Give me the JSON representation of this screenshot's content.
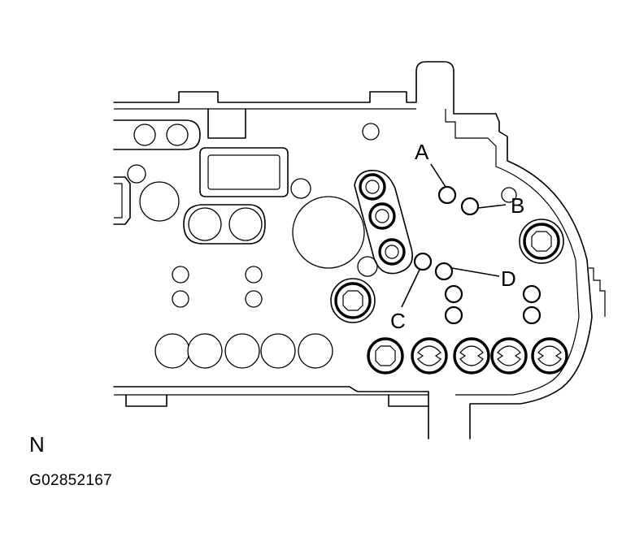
{
  "callouts": {
    "a": "A",
    "b": "B",
    "c": "C",
    "d": "D"
  },
  "captions": {
    "orientation": "N",
    "figure_code": "G02852167"
  },
  "colors": {
    "stroke": "#000000",
    "background": "#ffffff"
  }
}
